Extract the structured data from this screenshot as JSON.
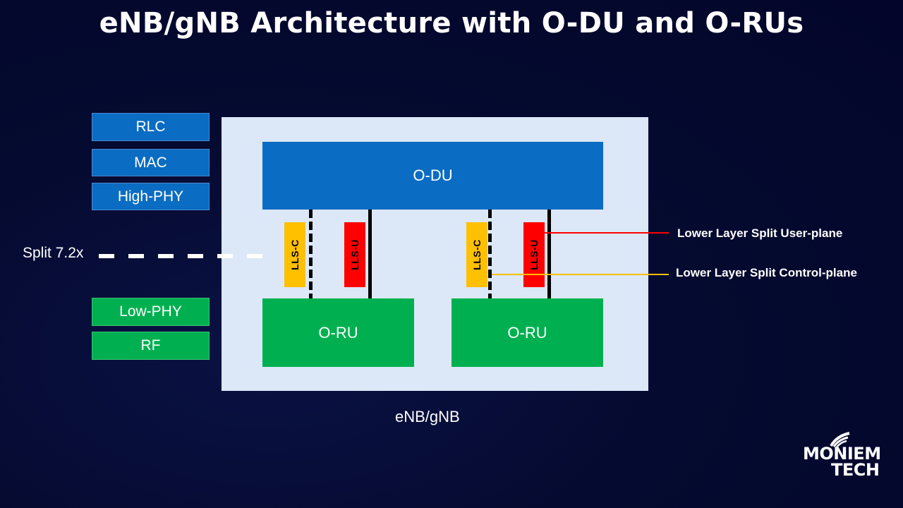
{
  "title": "eNB/gNB Architecture with O-DU and O-RUs",
  "protocol_stack": {
    "upper": [
      "RLC",
      "MAC",
      "High-PHY"
    ],
    "lower": [
      "Low-PHY",
      "RF"
    ]
  },
  "split": {
    "label": "Split 7.2x"
  },
  "diagram": {
    "odu_label": "O-DU",
    "oru_labels": [
      "O-RU",
      "O-RU"
    ],
    "interfaces": [
      {
        "control": "LLS-C",
        "user": "LLS-U"
      },
      {
        "control": "LLS-C",
        "user": "LLS-U"
      }
    ],
    "container_label": "eNB/gNB"
  },
  "legend": {
    "user_plane": "Lower Layer Split User-plane",
    "control_plane": "Lower Layer Split Control-plane",
    "user_plane_color": "#ff0000",
    "control_plane_color": "#ffc000"
  },
  "colors": {
    "blue_box": "#0a6cc2",
    "green_box": "#00b050",
    "container": "#dce8f7",
    "background": "#050a30"
  },
  "logo": {
    "line1": "MONIEM",
    "line2": "TECH"
  }
}
